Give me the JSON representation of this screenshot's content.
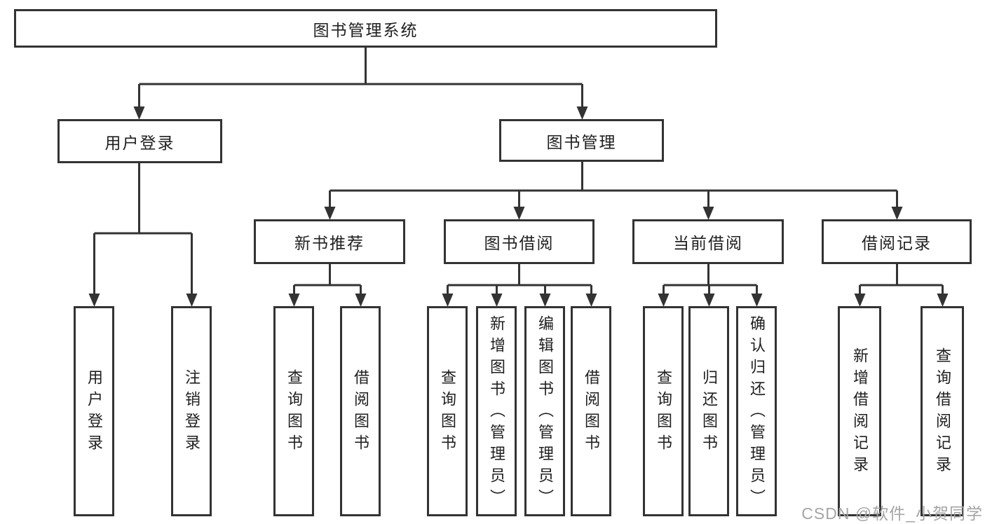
{
  "diagram_type": "hierarchy-tree",
  "root": {
    "label": "图书管理系统"
  },
  "branches": {
    "user_login": {
      "label": "用户登录",
      "children": [
        "用户登录",
        "注销登录"
      ]
    },
    "book_management": {
      "label": "图书管理",
      "sections": [
        {
          "label": "新书推荐",
          "children": [
            "查询图书",
            "借阅图书"
          ]
        },
        {
          "label": "图书借阅",
          "children": [
            "查询图书",
            "新增图书（管理员）",
            "编辑图书（管理员）",
            "借阅图书"
          ]
        },
        {
          "label": "当前借阅",
          "children": [
            "查询图书",
            "归还图书",
            "确认归还（管理员）"
          ]
        },
        {
          "label": "借阅记录",
          "children": [
            "新增借阅记录",
            "查询借阅记录"
          ]
        }
      ]
    }
  },
  "watermark": "CSDN @软件_小贺同学",
  "colors": {
    "line": "#333333",
    "box_border": "#333333",
    "box_fill": "#ffffff",
    "text": "#1f1f1f",
    "watermark": "#a5a5a5",
    "background": "#ffffff"
  }
}
